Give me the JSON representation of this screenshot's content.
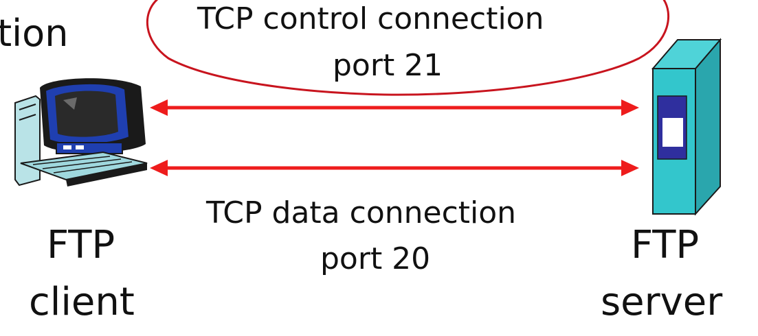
{
  "partial_label": "tion",
  "control_connection": {
    "line1": "TCP control connection",
    "line2": "port 21"
  },
  "data_connection": {
    "line1": "TCP data connection",
    "line2": "port 20"
  },
  "client": {
    "line1": "FTP",
    "line2": "client",
    "icon": "desktop-computer-icon"
  },
  "server": {
    "line1": "FTP",
    "line2": "server",
    "icon": "server-tower-icon"
  },
  "colors": {
    "arrow": "#ee1c1c",
    "cloud_outline": "#c8141e",
    "server_body": "#33c6cc",
    "server_panel": "#2f2f9e",
    "monitor_dark": "#1a1a1a",
    "monitor_blue": "#1f3fb0",
    "computer_teal": "#9fd8de"
  }
}
